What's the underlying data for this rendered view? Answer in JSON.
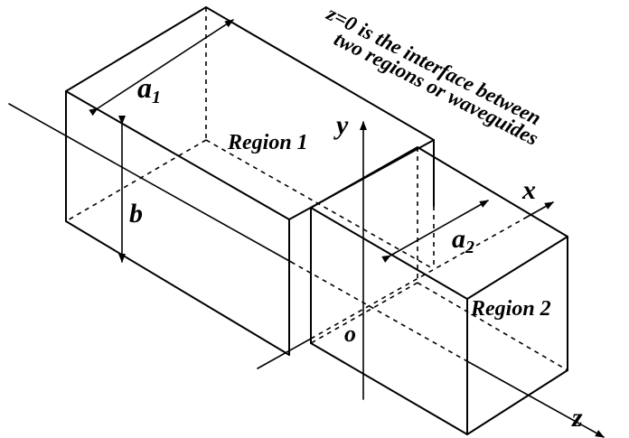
{
  "labels": {
    "region1": "Region 1",
    "region2": "Region 2",
    "width1": "a",
    "width1_sub": "1",
    "width2": "a",
    "width2_sub": "2",
    "height": "b",
    "axis_x": "x",
    "axis_y": "y",
    "axis_z": "z",
    "origin": "o"
  },
  "annotation": {
    "line1": "z=0 is the interface between",
    "line2": "two regions or waveguides"
  }
}
